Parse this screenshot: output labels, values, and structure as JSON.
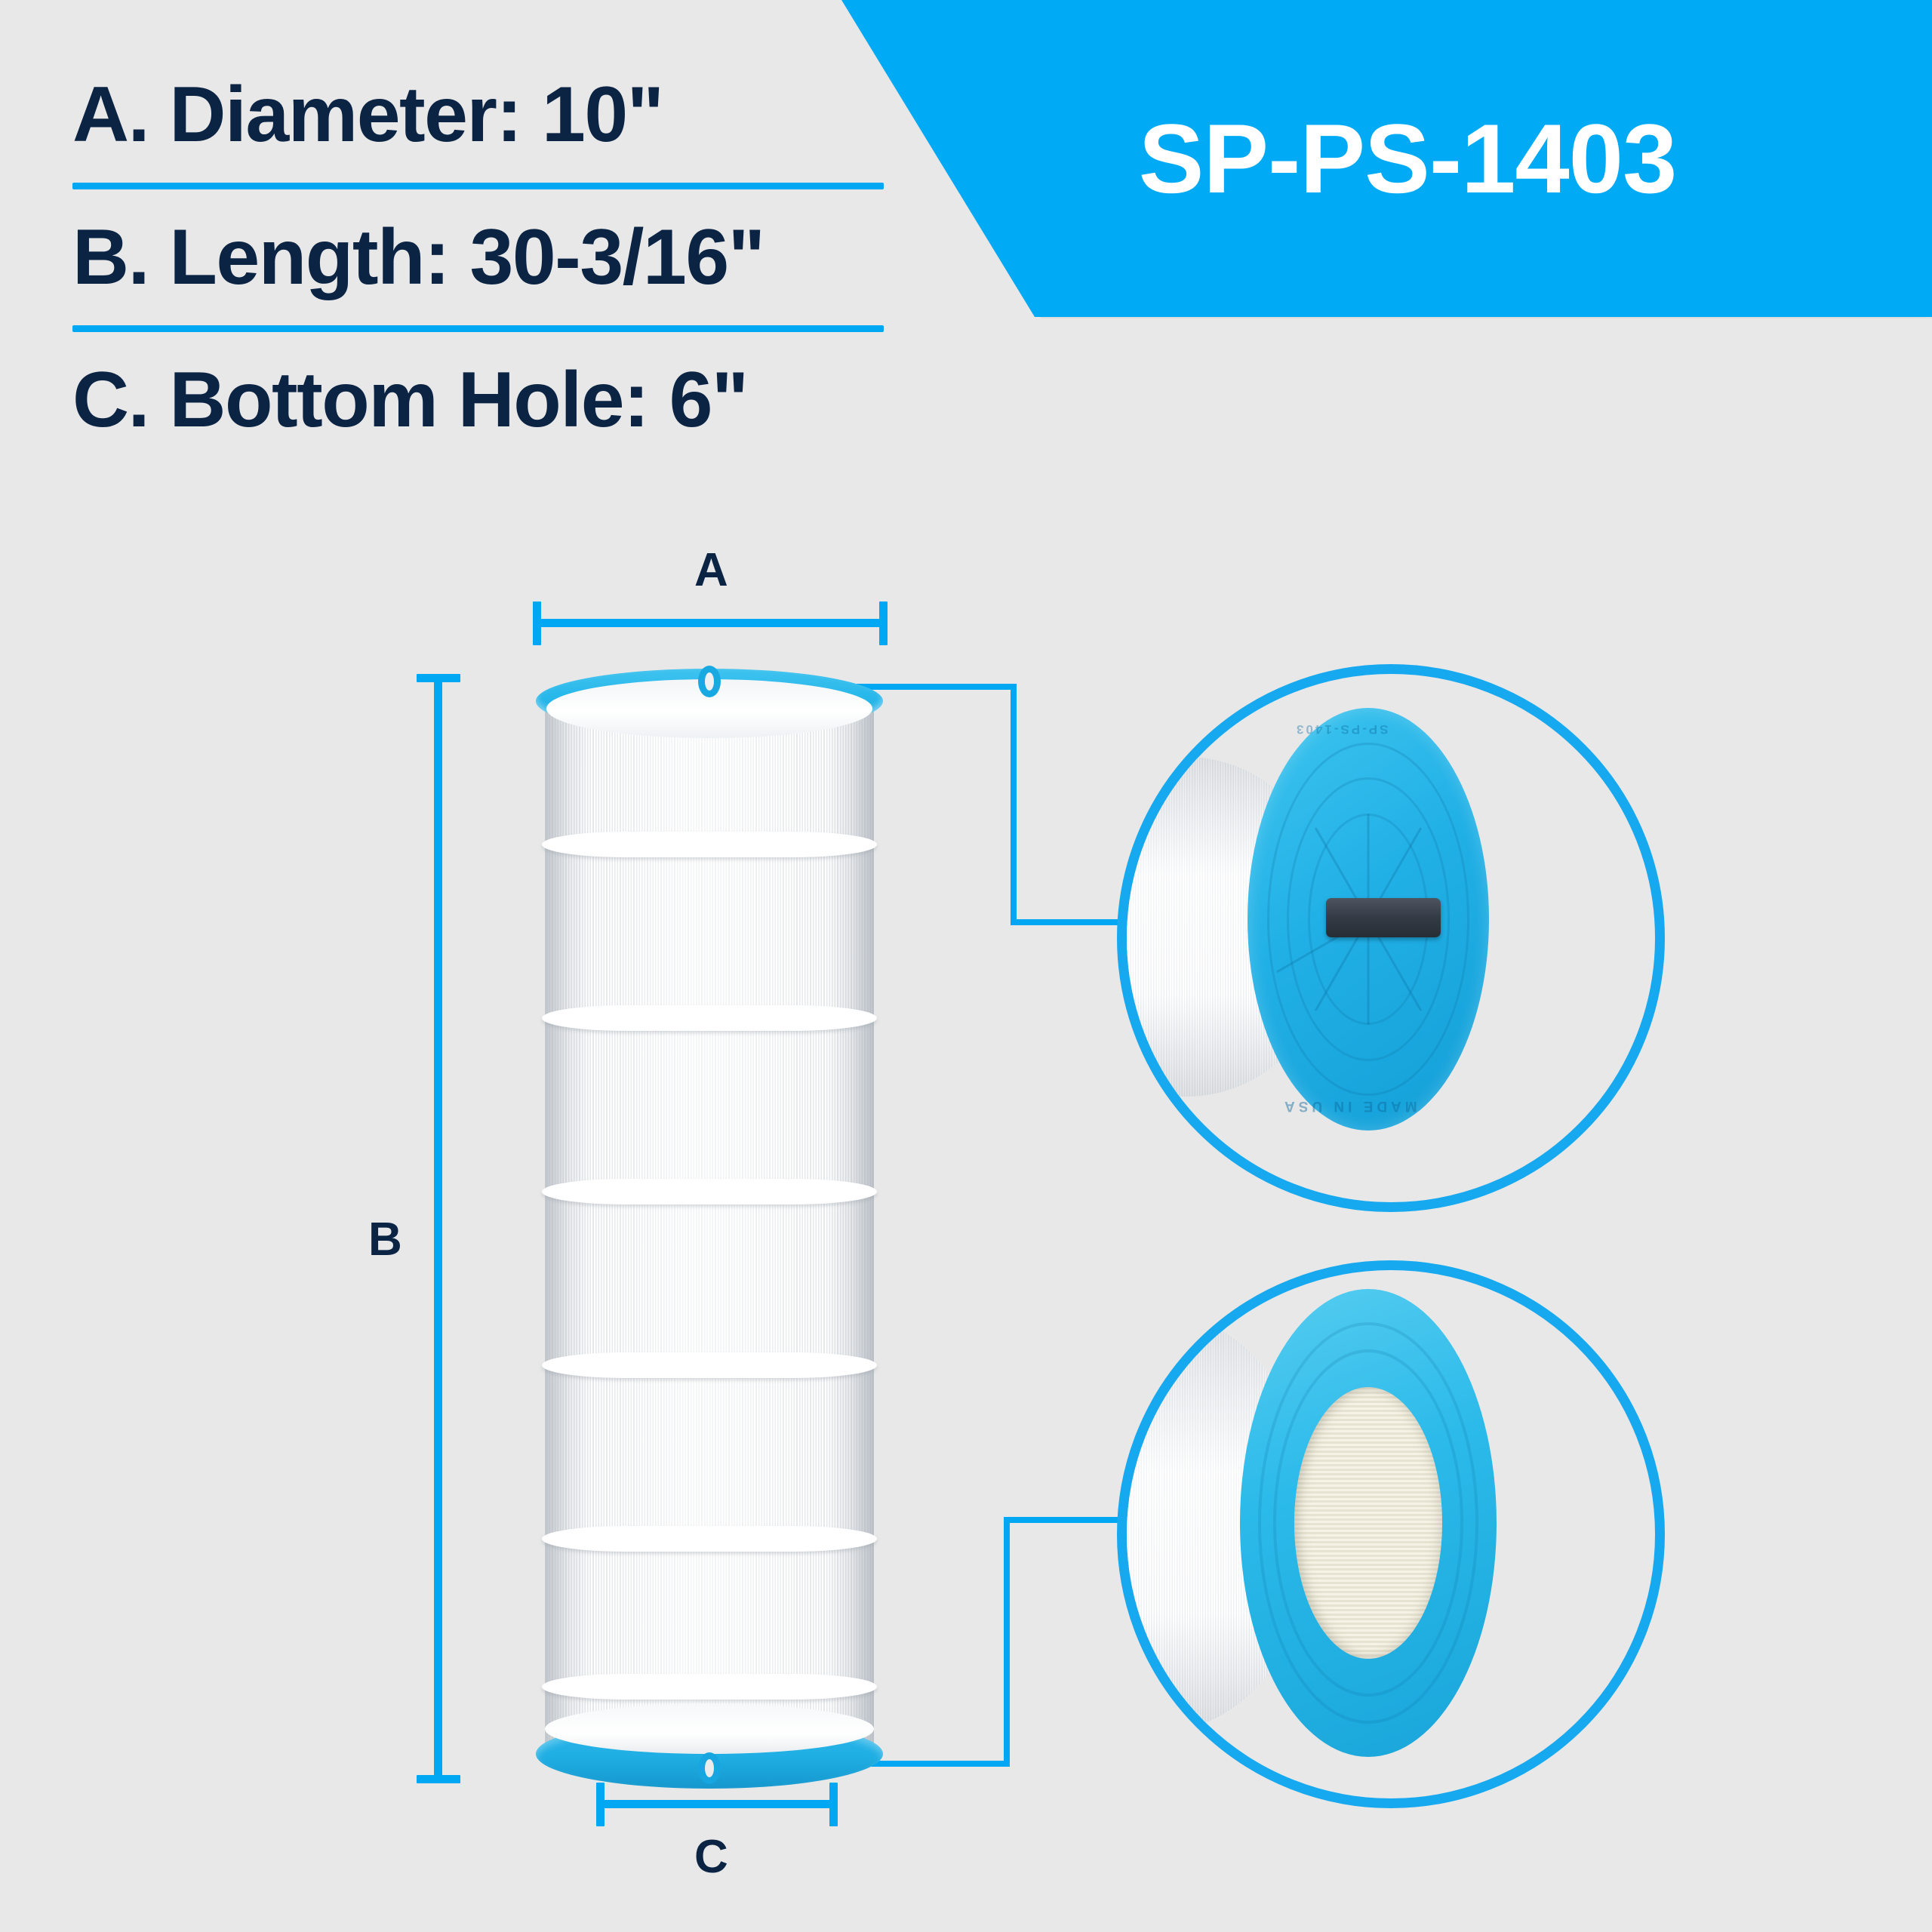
{
  "product": {
    "code": "SP-PS-1403"
  },
  "specs": [
    {
      "label": "A. Diameter",
      "separator_after": true,
      "value": "10\""
    },
    {
      "label": "B. Length",
      "separator_after": true,
      "value": "30-3/16\""
    },
    {
      "label": "C. Bottom Hole",
      "separator_after": false,
      "value": "6\""
    }
  ],
  "spec_lines": [
    "A. Diameter: 10\"",
    "B. Length: 30-3/16\"",
    "C. Bottom Hole: 6\""
  ],
  "dimension_markers": {
    "a": "A",
    "b": "B",
    "c": "C"
  },
  "callouts": {
    "top": {
      "name": "top-end-cap-detail",
      "embossed_text_top": "SP-PS-1403",
      "embossed_text_bottom": "MADE IN USA"
    },
    "bottom": {
      "name": "bottom-open-hole-detail"
    }
  },
  "colors": {
    "background": "#e8e8e8",
    "accent_blue": "#00a8f3",
    "banner_blue": "#00aaf5",
    "text_navy": "#0c2444",
    "cap_blue": "#21b0e6",
    "grip_dark": "#343b45",
    "banner_text": "#ffffff"
  }
}
